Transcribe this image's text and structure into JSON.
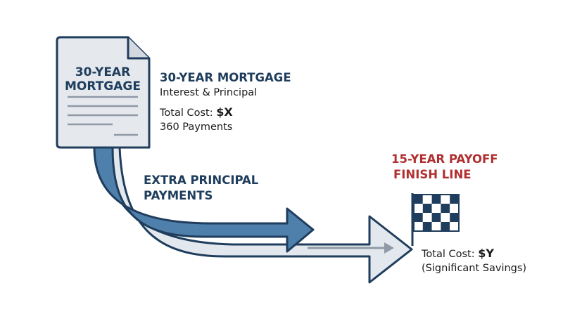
{
  "colors": {
    "navy": "#1f3d5c",
    "arrow_blue": "#4f7fab",
    "arrow_light": "#e3e8ee",
    "red": "#b03032",
    "doc_fill": "#e5e8ed",
    "outline": "#1f3d5c"
  },
  "icons": {
    "document": "document-icon",
    "checkered_flag": "checkered-flag-icon"
  },
  "document": {
    "title_line1": "30-YEAR",
    "title_line2": "MORTGAGE"
  },
  "mortgage_30": {
    "heading": "30-YEAR MORTGAGE",
    "subheading": "Interest & Principal",
    "cost_label": "Total Cost: ",
    "cost_value": "$X",
    "payments": "360 Payments"
  },
  "extra": {
    "line1": "EXTRA PRINCIPAL",
    "line2": "PAYMENTS"
  },
  "payoff_15": {
    "line1": "15-YEAR PAYOFF",
    "line2": "FINISH LINE",
    "cost_label": "Total Cost: ",
    "cost_value": "$Y",
    "savings": "(Significant Savings)"
  }
}
